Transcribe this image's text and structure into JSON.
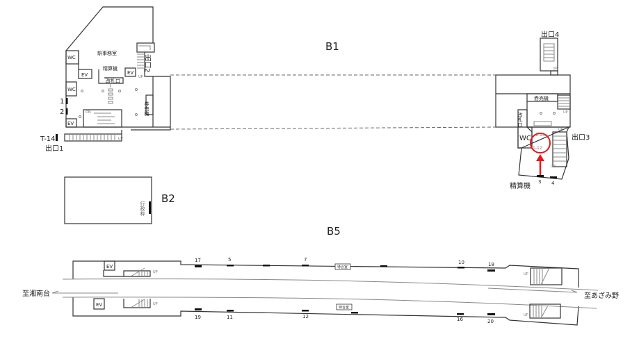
{
  "levels": {
    "b1": "B1",
    "b2": "B2",
    "b5": "B5"
  },
  "b1_west": {
    "station_office": "駅事務室",
    "wc_1": "WC",
    "wc_2": "WC",
    "ev_1": "EV",
    "ev_2": "EV",
    "ev_3": "EV",
    "fare_adjust": "精算機",
    "ticket_gate": "改札口",
    "ticket_machine": "券売機",
    "exit_2": "出口2",
    "exit_1": "出口1",
    "marker_1": "1",
    "marker_2": "2",
    "marker_t14": "T-14",
    "up": "UP",
    "on": "ON"
  },
  "b1_east": {
    "exit_4": "出口4",
    "exit_3": "出口3",
    "ticket_machine": "券売機",
    "ticket_gate": "改札口",
    "wc": "WC",
    "fare_adjust": "精算機",
    "marker_3": "3",
    "marker_4": "4",
    "highlight_top": "1-13",
    "highlight_bottom": "1-12",
    "up": "UP",
    "dn": "DN",
    "highlight_color": "#e8161b"
  },
  "b2": {
    "admin_label": "行政枠"
  },
  "b5": {
    "to_west": "至湘南台",
    "to_east": "至あざみ野",
    "ev_top": "EV",
    "ev_bottom": "EV",
    "waiting_room_top": "待合室",
    "waiting_room_bottom": "待合室",
    "up": "UP",
    "top_markers": [
      "17",
      "5",
      "7",
      "10",
      "18"
    ],
    "bottom_markers": [
      "19",
      "11",
      "12",
      "16",
      "20"
    ]
  }
}
